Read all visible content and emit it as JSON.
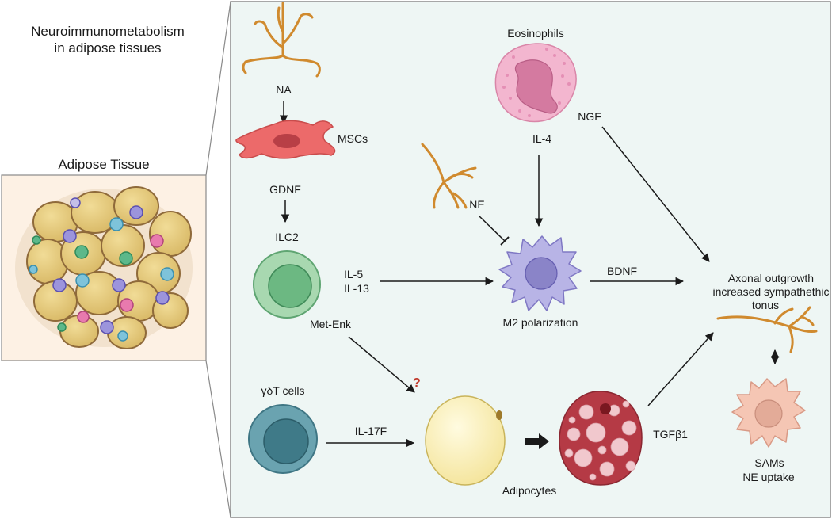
{
  "header": {
    "title_line1": "Neuroimmunometabolism",
    "title_line2": "in adipose tissues"
  },
  "left_panel": {
    "title": "Adipose Tissue"
  },
  "labels": {
    "na": "NA",
    "mscs": "MSCs",
    "gdnf": "GDNF",
    "ilc2": "ILC2",
    "il5": "IL-5",
    "il13": "IL-13",
    "met_enk": "Met-Enk",
    "eosinophils": "Eosinophils",
    "il4": "IL-4",
    "ngf": "NGF",
    "ne": "NE",
    "m2_polarization": "M2 polarization",
    "bdnf": "BDNF",
    "axonal_line1": "Axonal outgrowth",
    "axonal_line2": "increased sympathethic",
    "axonal_line3": "tonus",
    "gdt_cells": "γδT cells",
    "il17f": "IL-17F",
    "question": "?",
    "adipocytes": "Adipocytes",
    "tgfb1": "TGFβ1",
    "sams_line1": "SAMs",
    "sams_line2": "NE uptake"
  },
  "colors": {
    "panel_bg": "#eef6f4",
    "panel_border": "#8a8a8a",
    "nerve": "#d08a2e",
    "msc": "#ec6a6a",
    "ilc2": "#8ec99a",
    "macrophage": "#b8b4e6",
    "eosinophil": "#f3b6cf",
    "gdt": "#5f95a3",
    "adipocyte": "#fbf0b0",
    "brown_adipocyte": "#b53a45",
    "sam": "#f5c6b4",
    "question_mark": "#c0392b"
  }
}
